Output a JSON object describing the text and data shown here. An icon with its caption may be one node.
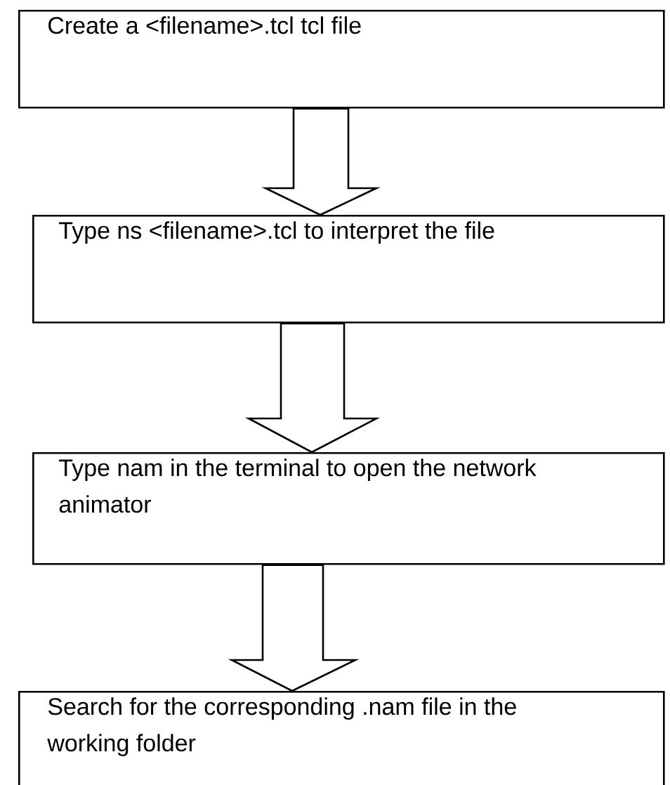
{
  "diagram": {
    "nodes": [
      {
        "text": [
          "Create a <filename>.tcl tcl file"
        ]
      },
      {
        "text": [
          "Type ns <filename>.tcl to interpret the file"
        ]
      },
      {
        "text": [
          "Type nam in the terminal to open the network animator"
        ]
      },
      {
        "text": [
          "Search for the corresponding .nam file in the working folder"
        ]
      }
    ],
    "edges": [
      {
        "from": 0,
        "to": 1,
        "arrow": "to"
      },
      {
        "from": 1,
        "to": 2,
        "arrow": "to"
      },
      {
        "from": 2,
        "to": 3,
        "arrow": "to"
      }
    ]
  }
}
